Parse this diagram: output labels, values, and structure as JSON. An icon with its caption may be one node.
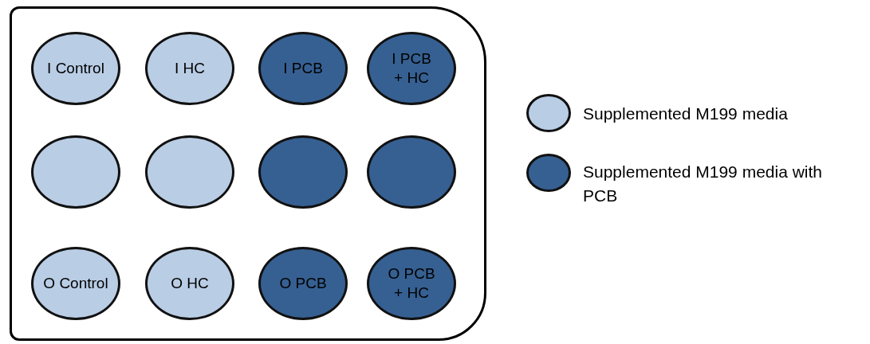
{
  "diagram": {
    "nodes": [
      {
        "text": [],
        "shape": "box"
      },
      {
        "text": [
          "I Control"
        ],
        "in": 0
      },
      {
        "text": [
          "I HC"
        ],
        "in": 0
      },
      {
        "text": [
          "I PCB"
        ],
        "in": 0
      },
      {
        "text": [
          "I PCB + HC"
        ],
        "in": 0
      },
      {
        "text": [],
        "shape": "circle",
        "in": 0
      },
      {
        "text": [],
        "shape": "circle",
        "in": 0
      },
      {
        "text": [],
        "shape": "circle",
        "in": 0
      },
      {
        "text": [],
        "shape": "circle",
        "in": 0
      },
      {
        "text": [
          "O Control"
        ],
        "in": 0
      },
      {
        "text": [
          "O HC"
        ],
        "in": 0
      },
      {
        "text": [
          "O PCB"
        ],
        "in": 0
      },
      {
        "text": [
          "O PCB + HC"
        ],
        "in": 0
      }
    ],
    "legend": [
      {
        "text": "Supplemented M199 media",
        "color": "#b9cde5"
      },
      {
        "text": "Supplemented M199 media with PCB",
        "color": "#366092"
      }
    ]
  }
}
